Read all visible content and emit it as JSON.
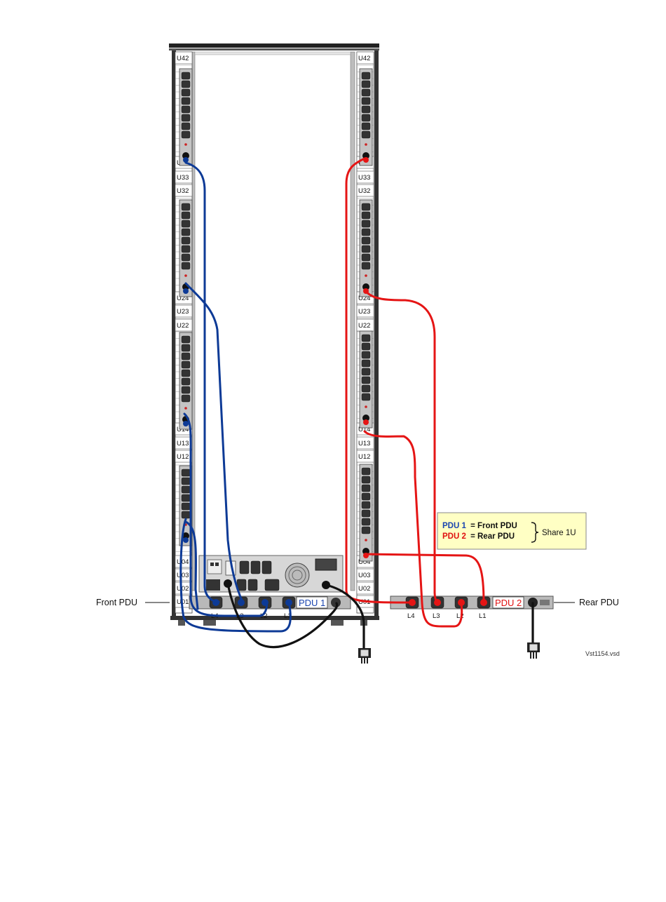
{
  "colors": {
    "pdu1_cable": "#0d3a96",
    "pdu2_cable": "#e51515",
    "power_cord": "#111111",
    "legend_bg": "#ffffc4",
    "pdu1_label": "#1a45b0",
    "pdu2_label": "#e01010"
  },
  "rack": {
    "unit_labels_left": [
      "U42",
      "U34",
      "U33",
      "U32",
      "U24",
      "U23",
      "U22",
      "U14",
      "U13",
      "U12",
      "U04",
      "U03",
      "U02",
      "U01"
    ],
    "unit_labels_right": [
      "U42",
      "U34",
      "U33",
      "U32",
      "U24",
      "U23",
      "U22",
      "U14",
      "U13",
      "U12",
      "U04",
      "U03",
      "U02",
      "U01"
    ]
  },
  "pdu1": {
    "label": "PDU 1",
    "outlets": [
      "L4",
      "L3",
      "L2",
      "L1"
    ]
  },
  "pdu2": {
    "label": "PDU 2",
    "outlets": [
      "L4",
      "L3",
      "L2",
      "L1"
    ]
  },
  "callouts": {
    "front": "Front PDU",
    "rear": "Rear PDU"
  },
  "legend": {
    "pdu1_name": "PDU 1",
    "pdu1_desc": "= Front PDU",
    "pdu2_name": "PDU 2",
    "pdu2_desc": "= Rear PDU",
    "share": "Share 1U"
  },
  "figure_id": "Vst1154.vsd"
}
